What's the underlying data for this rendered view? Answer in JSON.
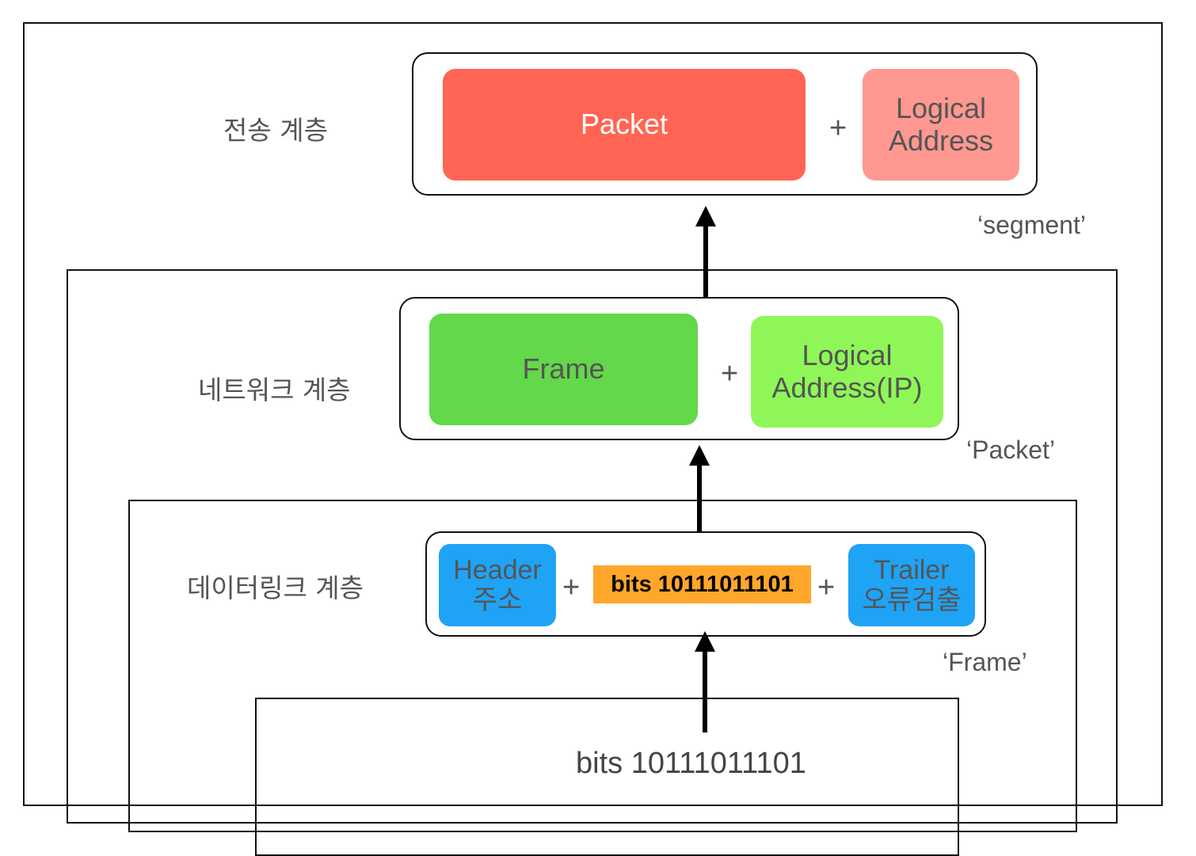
{
  "layers": {
    "transport": {
      "label": "전송 계층",
      "main_block": "Packet",
      "plus": "+",
      "address_line1": "Logical",
      "address_line2": "Address",
      "tag": "‘segment’",
      "colors": {
        "main": "#ff6552",
        "address": "#ff9890"
      }
    },
    "network": {
      "label": "네트워크 계층",
      "main_block": "Frame",
      "plus": "+",
      "address_line1": "Logical",
      "address_line2": "Address(IP)",
      "tag": "‘Packet’",
      "colors": {
        "main": "#62d84a",
        "address": "#8ef757"
      }
    },
    "datalink": {
      "label": "데이터링크 계층",
      "header_line1": "Header",
      "header_line2": "주소",
      "plus_left": "+",
      "bits": "bits 10111011101",
      "plus_right": "+",
      "trailer_line1": "Trailer",
      "trailer_line2": "오류검출",
      "tag": "‘Frame’",
      "colors": {
        "header": "#1fa3f5",
        "bits": "#ffa62b",
        "trailer": "#1fa3f5"
      }
    },
    "physical": {
      "bits": "bits 10111011101"
    }
  },
  "icons": [
    "arrow-up-icon"
  ]
}
